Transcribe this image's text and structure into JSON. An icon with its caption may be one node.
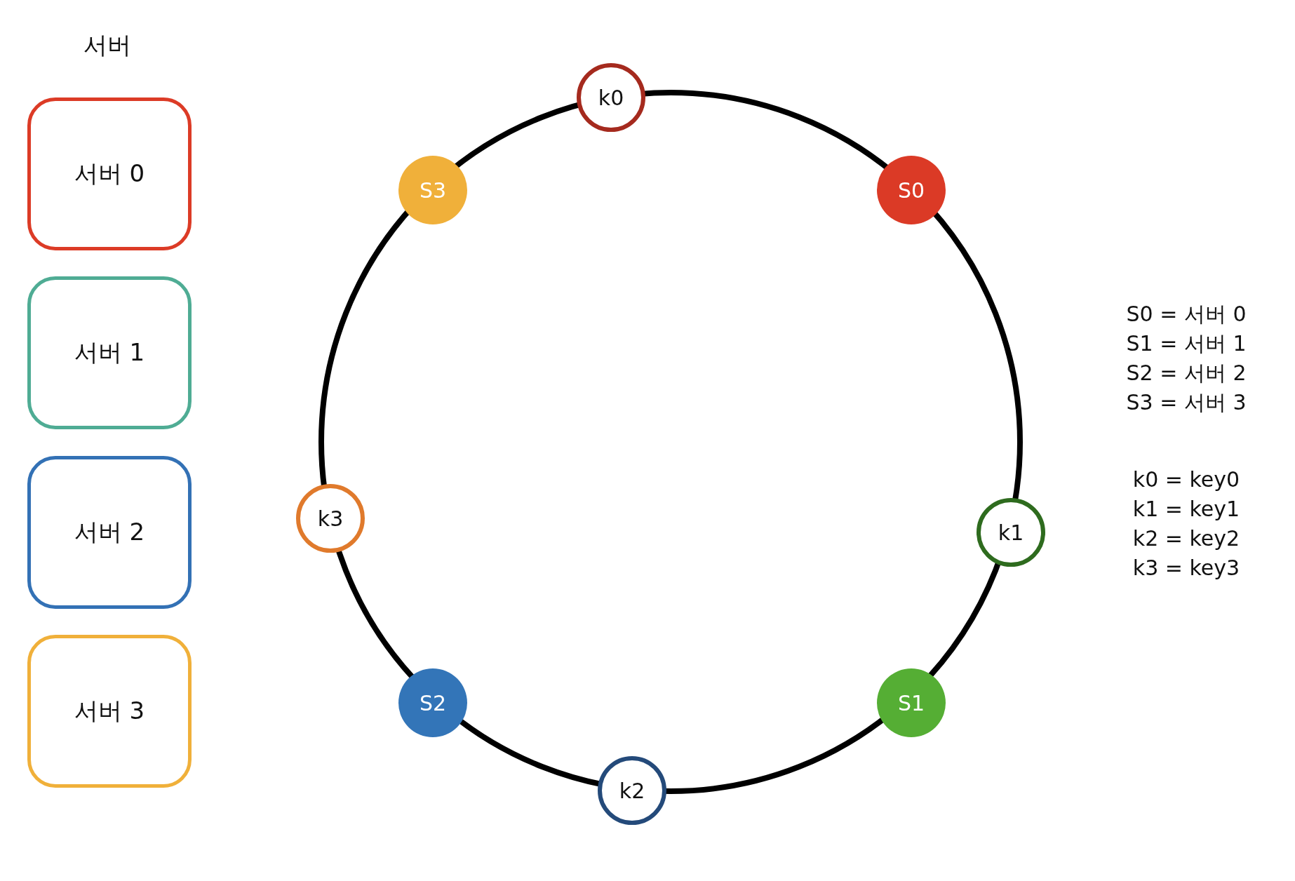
{
  "diagram": {
    "nodes": [
      {
        "text": [
          "서버 0"
        ]
      },
      {
        "text": [
          "서버 1"
        ]
      },
      {
        "text": [
          "서버 2"
        ]
      },
      {
        "text": [
          "서버 3"
        ]
      },
      {
        "text": [
          "k0"
        ]
      },
      {
        "text": [
          "S3"
        ]
      },
      {
        "text": [
          "S0"
        ]
      },
      {
        "text": [
          "k3"
        ]
      },
      {
        "text": [
          "k1"
        ]
      },
      {
        "text": [
          "S2"
        ]
      },
      {
        "text": [
          "S1"
        ]
      },
      {
        "text": [
          "k2"
        ]
      }
    ],
    "labels": [
      "서버",
      "S0 = 서버 0",
      "S1 = 서버 1",
      "S2 = 서버 2",
      "S3 = 서버 3",
      "k0 = key0",
      "k1 = key1",
      "k2 = key2",
      "k3 = key3"
    ]
  }
}
